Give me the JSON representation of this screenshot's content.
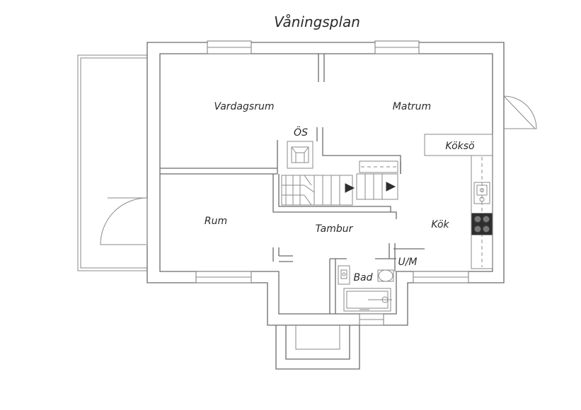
{
  "title": "Våningsplan",
  "rooms": {
    "vardagsrum": "Vardagsrum",
    "matrum": "Matrum",
    "os": "ÖS",
    "kokso": "Köksö",
    "rum": "Rum",
    "tambur": "Tambur",
    "kok": "Kök",
    "um": "U/M",
    "bad": "Bad"
  }
}
